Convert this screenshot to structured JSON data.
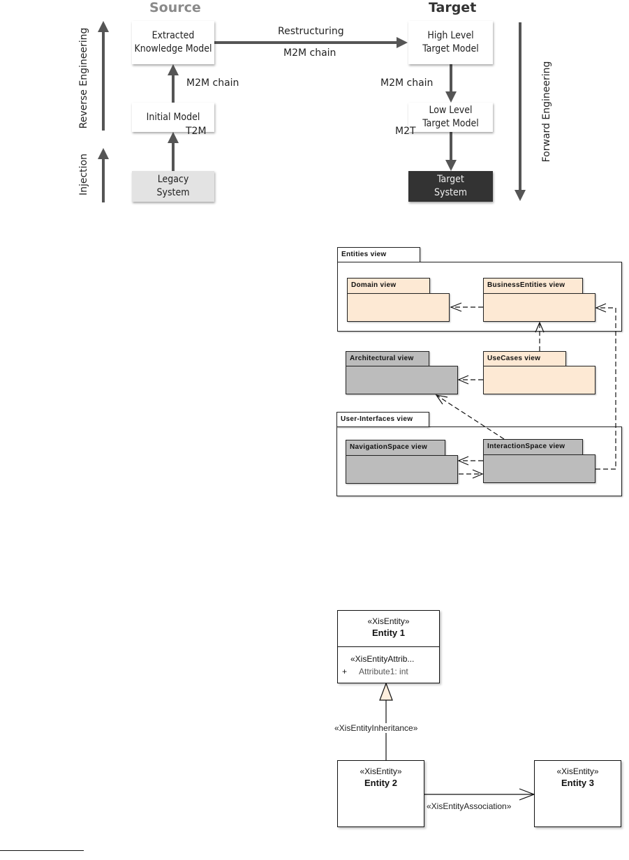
{
  "figure1": {
    "source_title": "Source",
    "target_title": "Target",
    "boxes": {
      "extracted": "Extracted Knowledge Model",
      "initial": "Initial Model",
      "legacy": "Legacy System",
      "high": "High Level Target Model",
      "low": "Low Level Target Model",
      "target_system": "Target System"
    },
    "labels": {
      "restructuring": "Restructuring",
      "m2m_top": "M2M chain",
      "m2m_left": "M2M chain",
      "t2m": "T2M",
      "m2m_right": "M2M chain",
      "m2t": "M2T"
    },
    "side": {
      "reverse": "Reverse Engineering",
      "injection": "Injection",
      "forward": "Forward Engineering"
    }
  },
  "figure2": {
    "entities_view": "Entities view",
    "domain_view": "Domain view",
    "business_view": "BusinessEntities view",
    "architectural_view": "Architectural view",
    "usecases_view": "UseCases view",
    "ui_view": "User-Interfaces view",
    "navigation_view": "NavigationSpace view",
    "interaction_view": "InteractionSpace view"
  },
  "figure3": {
    "entity1": {
      "stereotype": "«XisEntity»",
      "name": "Entity 1",
      "attr_stereotype": "«XisEntityAttrib...",
      "attr_visibility": "+",
      "attr": "Attribute1: int"
    },
    "entity2": {
      "stereotype": "«XisEntity»",
      "name": "Entity 2"
    },
    "entity3": {
      "stereotype": "«XisEntity»",
      "name": "Entity 3"
    },
    "inheritance": "«XisEntityInheritance»",
    "association": "«XisEntityAssociation»"
  }
}
